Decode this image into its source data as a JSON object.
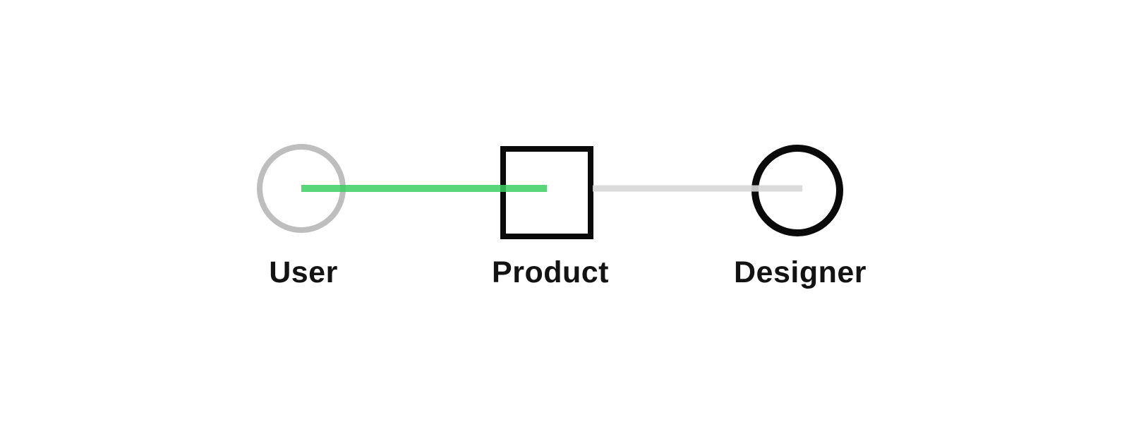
{
  "diagram": {
    "title": "user-product-designer-relationship",
    "background_color": "#ffffff",
    "nodes": [
      {
        "id": "user",
        "label": "User",
        "shape": "circle",
        "stroke_color": "#bebebe",
        "stroke_width": 8
      },
      {
        "id": "product",
        "label": "Product",
        "shape": "square",
        "stroke_color": "#0a0a0a",
        "stroke_width": 8
      },
      {
        "id": "designer",
        "label": "Designer",
        "shape": "circle",
        "stroke_color": "#0a0a0a",
        "stroke_width": 10
      }
    ],
    "connectors": [
      {
        "id": "user-to-product",
        "from": "user",
        "to": "product",
        "color": "#3dce63",
        "style": "solid"
      },
      {
        "id": "product-to-designer",
        "from": "product",
        "to": "designer",
        "color": "#d7d7d7",
        "style": "solid"
      }
    ],
    "label_text_color": "#131313"
  }
}
